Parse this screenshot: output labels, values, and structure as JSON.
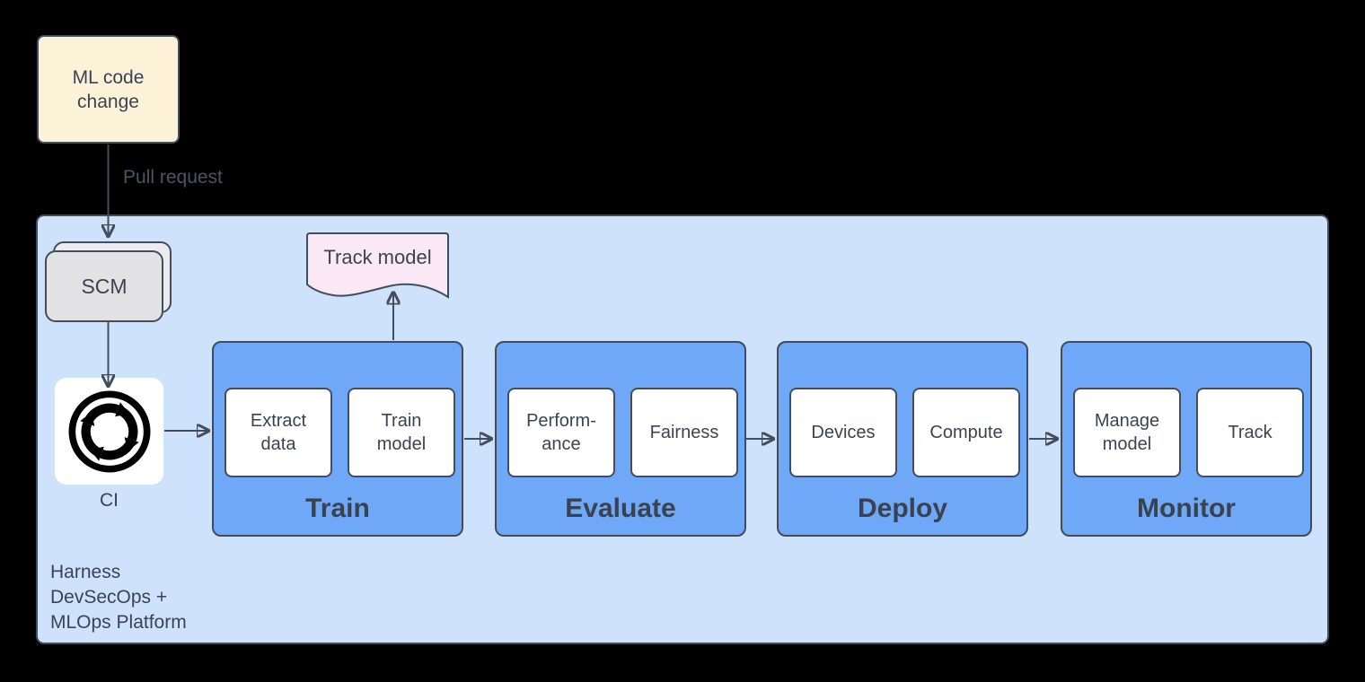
{
  "diagram": {
    "ml_code_change": "ML code\nchange",
    "pull_request_label": "Pull request",
    "scm": "SCM",
    "ci": "CI",
    "track_model_doc": "Track model",
    "platform_label": "Harness\nDevSecOps +\nMLOps Platform",
    "stages": [
      {
        "name": "Train",
        "items": [
          "Extract\ndata",
          "Train\nmodel"
        ]
      },
      {
        "name": "Evaluate",
        "items": [
          "Perform-\nance",
          "Fairness"
        ]
      },
      {
        "name": "Deploy",
        "items": [
          "Devices",
          "Compute"
        ]
      },
      {
        "name": "Monitor",
        "items": [
          "Manage\nmodel",
          "Track"
        ]
      }
    ],
    "icons": {
      "ci": "ci-cycle-arrows-icon"
    },
    "colors": {
      "background": "#000000",
      "platform_fill": "#CFE2FC",
      "stage_fill": "#6EA8F7",
      "item_fill": "#FFFFFF",
      "source_fill": "#FCF2D8",
      "scm_fill": "#E2E2E4",
      "doc_fill": "#FAE9F5",
      "border": "#454D5C",
      "text": "#3B4353",
      "edge_label_text": "#4B5365",
      "ci_icon": "#000000"
    }
  }
}
